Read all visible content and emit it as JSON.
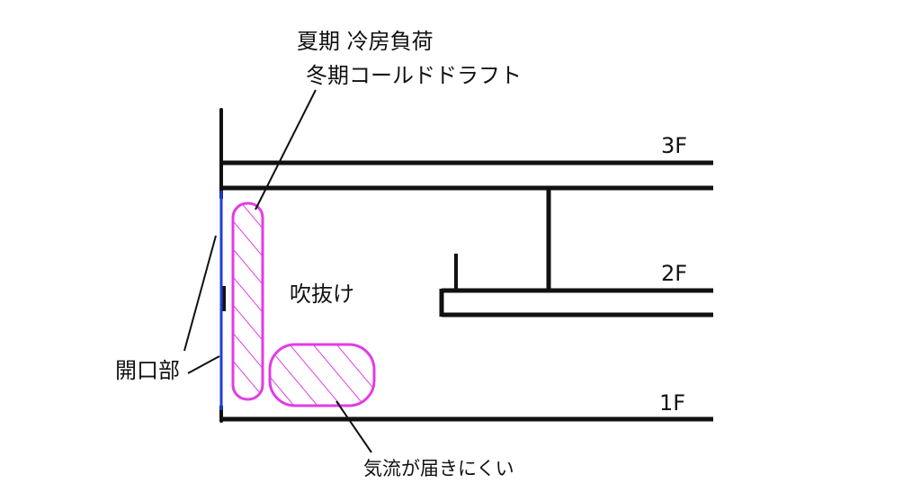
{
  "diagram": {
    "floors": {
      "f3": "3F",
      "f2": "2F",
      "f1": "1F"
    },
    "void_label": "吹抜け",
    "opening_label": "開口部",
    "load_labels": {
      "summer": "夏期 冷房負荷",
      "winter": "冬期コールドドラフト"
    },
    "airflow_label": "気流が届きにくい",
    "colors": {
      "line": "#111111",
      "opening": "#1f3fd8",
      "zone": "#e23ce6"
    }
  }
}
